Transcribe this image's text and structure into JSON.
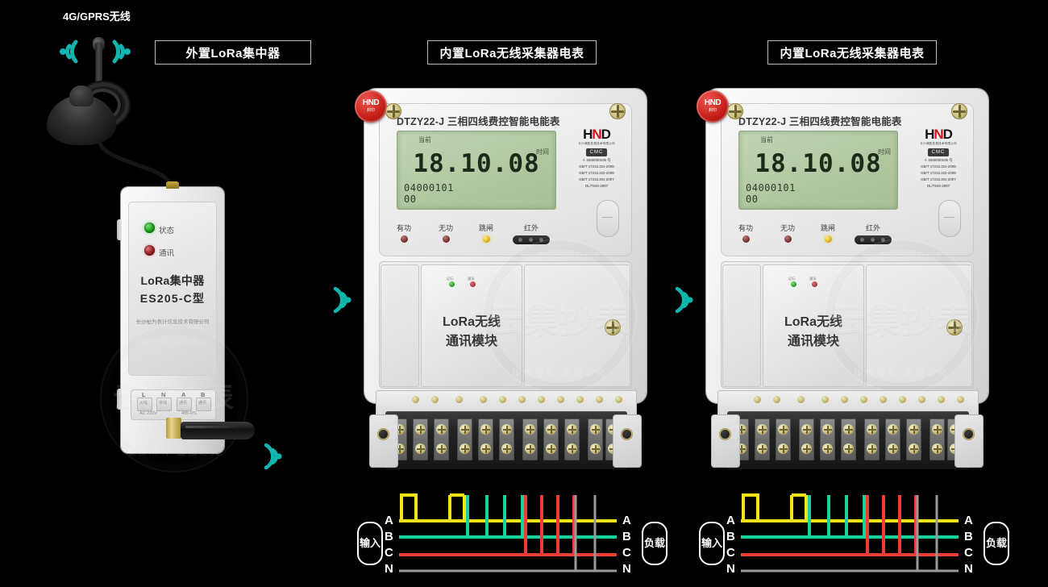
{
  "labels": {
    "wireless_4g": "4G/GPRS无线",
    "concentrator_box": "外置LoRa集中器",
    "meter_box_1": "内置LoRa无线采集器电表",
    "meter_box_2": "内置LoRa无线采集器电表"
  },
  "concentrator": {
    "status_led_label": "状态",
    "comm_led_label": "通讯",
    "title_line1": "LoRa集中器",
    "title_line2": "ES205-C型",
    "company": "长沙祉为表计信息技术有限公司",
    "terminals": [
      {
        "top": "L",
        "sub": "火线"
      },
      {
        "top": "N",
        "sub": "零线"
      },
      {
        "top": "A",
        "sub": "通讯"
      },
      {
        "top": "B",
        "sub": "通讯"
      }
    ],
    "footer_left": "AC 220V",
    "footer_right": "485-RS"
  },
  "meter": {
    "model": "DTZY22-J 三相四线费控智能电能表",
    "lcd": {
      "current_label": "当前",
      "time_label": "时间",
      "main_value": "18.10.08",
      "sub_value_1": "04000101",
      "sub_value_2": "00"
    },
    "brand": {
      "name_left": "H",
      "name_mid": "N",
      "name_right": "D",
      "sub": "长沙威胜信息技术有限公司",
      "cmc_mark": "CMC",
      "cert_line_1": "⚛ 2600000105 号",
      "cert_line_2": "GB/T 17215.321-2008",
      "cert_line_3": "GB/T 17215.322-2008",
      "cert_line_4": "GB/T 17215.301-2007",
      "cert_line_5": "DL/T645-2007"
    },
    "indicators": [
      {
        "label": "有功",
        "on": false
      },
      {
        "label": "无功",
        "on": false
      },
      {
        "label": "跳闸",
        "on": true
      },
      {
        "label": "红外",
        "on": false
      }
    ],
    "lora_module": {
      "line1": "LoRa无线",
      "line2": "通讯模块",
      "led_green_label": "运行",
      "led_red_label": "通讯"
    },
    "seal": {
      "brand": "HND",
      "line1": "封印",
      "line2": ""
    }
  },
  "watermark": {
    "main": "云集抄表",
    "url": "www.yunjichaobiao.com",
    "copyright": "版权所有 盗图必究",
    "stars": "★ ★ ★"
  },
  "wiring": {
    "input_pill": "输入",
    "load_pill": "负载",
    "phases": [
      "A",
      "B",
      "C",
      "N"
    ],
    "colors": {
      "A": "#f2e31c",
      "B": "#19d19a",
      "C": "#f03b37",
      "N": "#9a9a9a"
    }
  },
  "colors": {
    "signal_teal": "#0fb5ae",
    "background": "#000000",
    "seal_red": "#c41d18"
  }
}
